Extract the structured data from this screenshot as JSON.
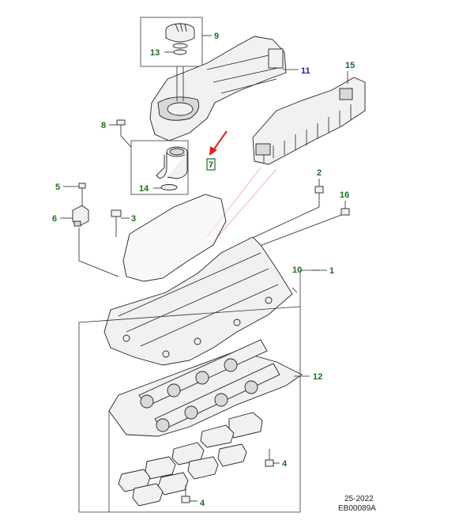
{
  "callouts": {
    "c1": "1",
    "c2": "2",
    "c3": "3",
    "c4a": "4",
    "c4b": "4",
    "c5": "5",
    "c6": "6",
    "c7": "7",
    "c8": "8",
    "c9": "9",
    "c10": "10",
    "c11": "11",
    "c12": "12",
    "c13": "13",
    "c14": "14",
    "c15": "15",
    "c16": "16"
  },
  "colors": {
    "callout_green": "#1f6b1f",
    "callout_blue": "#1a1a9c",
    "highlight_arrow": "#e02020"
  },
  "footer": {
    "date_code": "25-2022",
    "diagram_id": "EB00089A"
  }
}
